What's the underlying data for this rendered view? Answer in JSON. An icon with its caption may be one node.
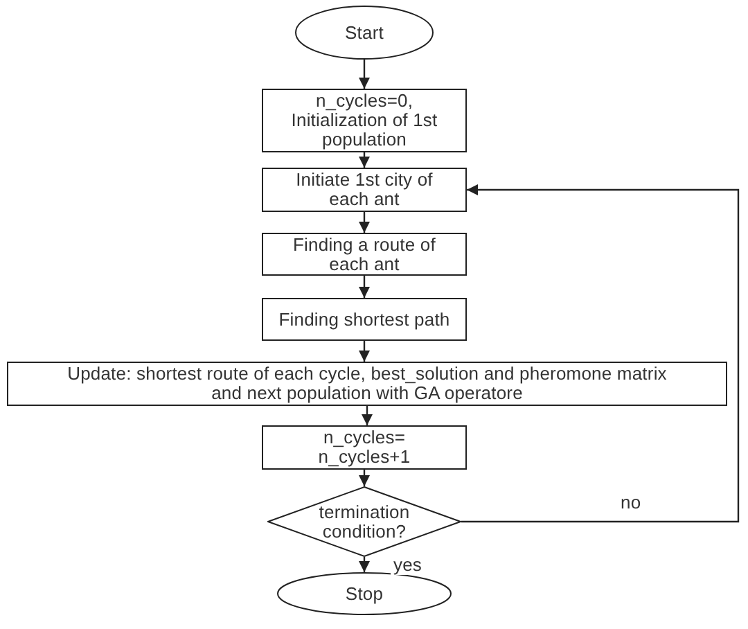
{
  "diagram": {
    "nodes": [
      {
        "text": [
          "Start"
        ]
      },
      {
        "text": [
          "n_cycles=0, Initialization of 1st population"
        ]
      },
      {
        "text": [
          "Initiate 1st city of each ant"
        ]
      },
      {
        "text": [
          "Finding a route of each ant"
        ]
      },
      {
        "text": [
          "Finding shortest path"
        ]
      },
      {
        "text": [
          "Update: shortest route of each cycle, best_solution and pheromone matrix and next population with GA operatore"
        ]
      },
      {
        "text": [
          "n_cycles= n_cycles+1"
        ]
      },
      {
        "text": [
          "termination condition?"
        ]
      },
      {
        "text": [
          "Stop"
        ]
      }
    ],
    "edges": [
      {
        "from": 0,
        "to": 1,
        "arrow": "to"
      },
      {
        "from": 1,
        "to": 2,
        "arrow": "to"
      },
      {
        "from": 2,
        "to": 3,
        "arrow": "to"
      },
      {
        "from": 3,
        "to": 4,
        "arrow": "to"
      },
      {
        "from": 4,
        "to": 5,
        "arrow": "to"
      },
      {
        "from": 5,
        "to": 6,
        "arrow": "to"
      },
      {
        "from": 6,
        "to": 7,
        "arrow": "to"
      },
      {
        "from": 7,
        "to": 2,
        "arrow": "to",
        "label": "no"
      },
      {
        "from": 7,
        "to": 8,
        "arrow": "to",
        "label": "yes"
      }
    ]
  }
}
